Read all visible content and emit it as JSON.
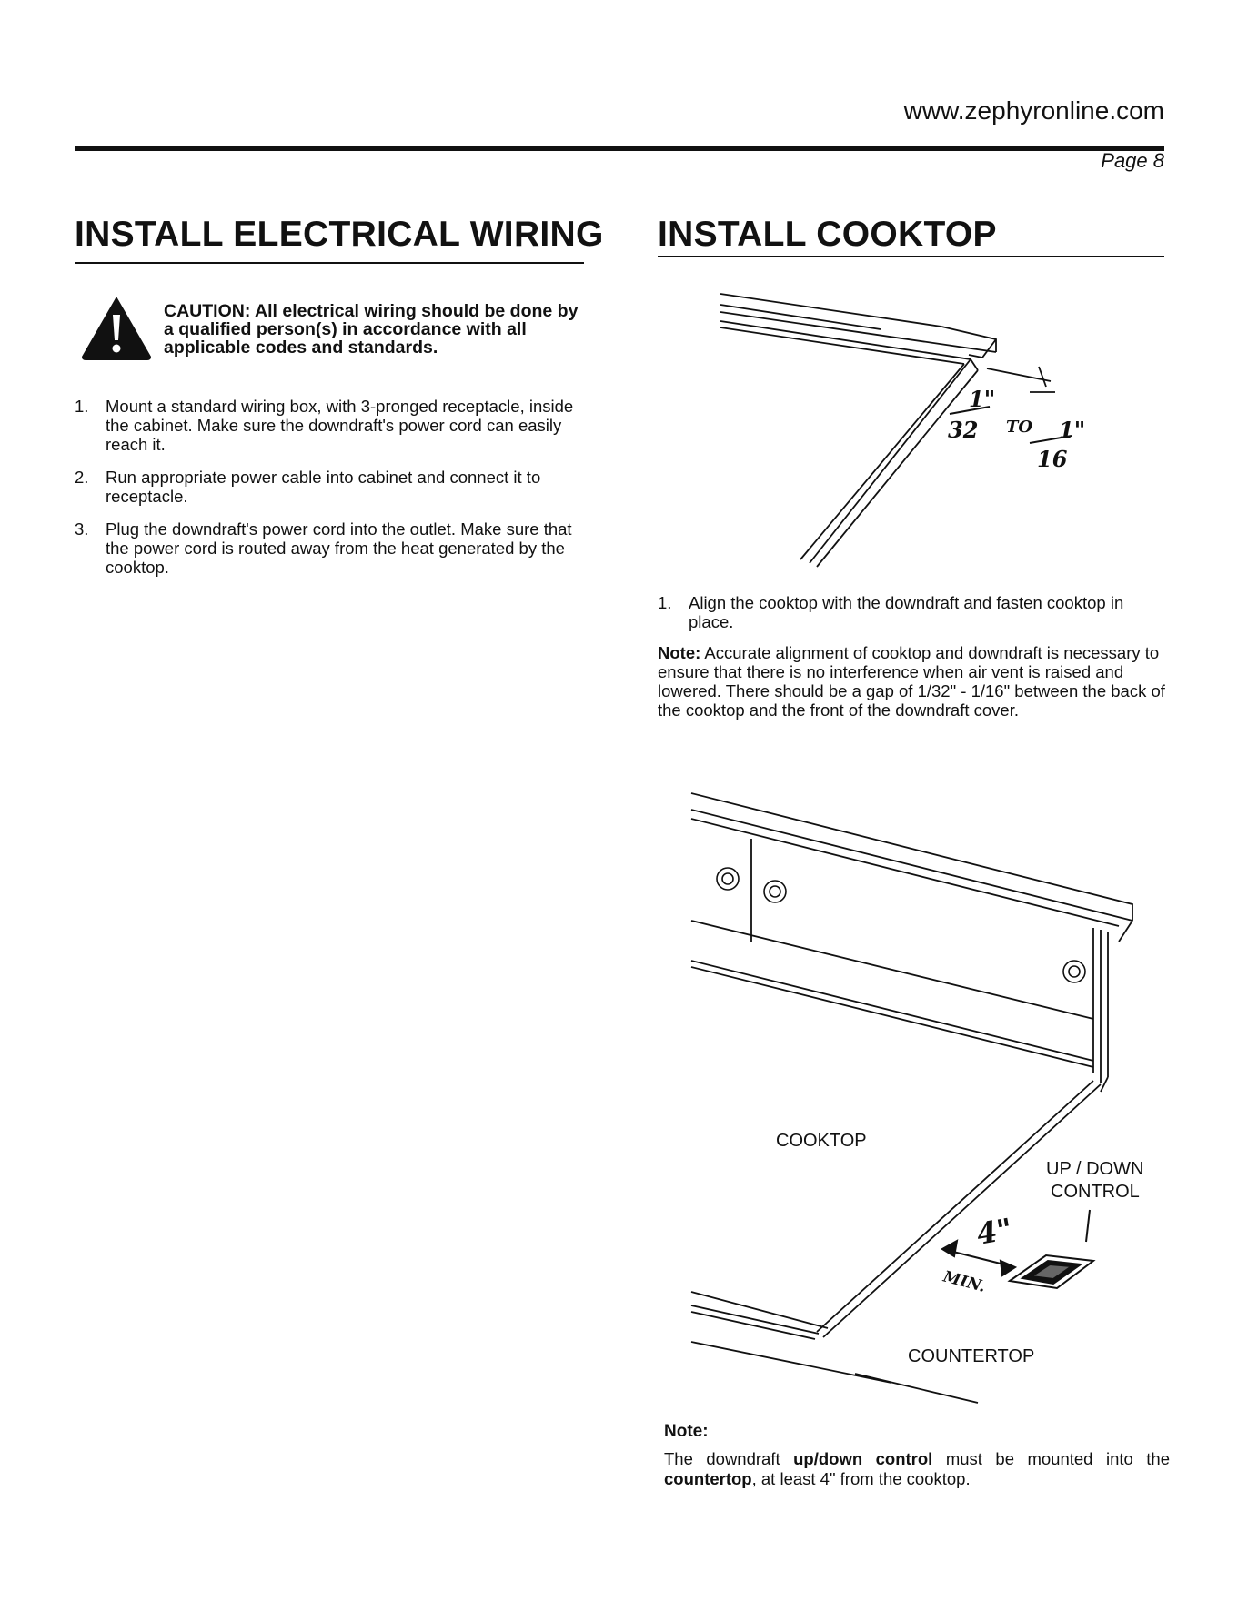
{
  "header": {
    "url": "www.zephyronline.com",
    "page": "Page 8"
  },
  "left": {
    "title": "INSTALL ELECTRICAL WIRING",
    "caution": "CAUTION: All electrical wiring should be done by a qualified person(s) in accordance with all applicable codes and standards.",
    "steps": [
      {
        "num": "1.",
        "text": "Mount a standard wiring box, with 3-pronged receptacle, inside the cabinet. Make sure the downdraft's power cord can easily reach it."
      },
      {
        "num": "2.",
        "text": "Run appropriate power cable into cabinet and connect it to receptacle."
      },
      {
        "num": "3.",
        "text": "Plug the downdraft's power cord into the outlet. Make sure that the power cord is routed away from the heat generated by the cooktop."
      }
    ]
  },
  "right": {
    "title": "INSTALL COOKTOP",
    "diagram1": {
      "gap_min_num": "1\"",
      "gap_min_den": "32",
      "gap_to": "TO",
      "gap_max_num": "1\"",
      "gap_max_den": "16"
    },
    "steps": [
      {
        "num": "1.",
        "text": "Align the cooktop with the downdraft and fasten cooktop in place."
      }
    ],
    "note1_label": "Note:",
    "note1_text": "Accurate alignment of cooktop and downdraft is necessary to ensure that there is no interference when air vent is raised and lowered. There should be a gap of 1/32\" - 1/16\" between the back of the cooktop and the front of the downdraft cover.",
    "diagram2": {
      "cooktop_label": "COOKTOP",
      "control_label_1": "UP / DOWN",
      "control_label_2": "CONTROL",
      "countertop_label": "COUNTERTOP",
      "distance": "4\"",
      "distance_note": "MIN."
    },
    "note2_heading": "Note:",
    "note2_parts": {
      "a": "The downdraft ",
      "b": "up/down control",
      "c": " must be mounted into the ",
      "d": "countertop",
      "e": ", at least 4\" from the cooktop."
    }
  }
}
